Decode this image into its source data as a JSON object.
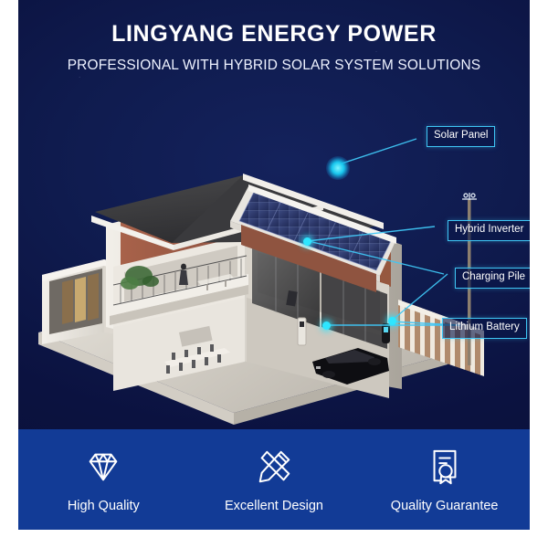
{
  "header": {
    "title": "LINGYANG ENERGY POWER",
    "subtitle": "PROFESSIONAL WITH HYBRID SOLAR SYSTEM SOLUTIONS"
  },
  "callouts": [
    {
      "id": "solar-panel",
      "label": "Solar Panel"
    },
    {
      "id": "hybrid-inverter",
      "label": "Hybrid Inverter"
    },
    {
      "id": "charging-pile",
      "label": "Charging Pile"
    },
    {
      "id": "lithium-battery",
      "label": "Lithium Battery"
    }
  ],
  "features": [
    {
      "id": "high-quality",
      "icon": "diamond-icon",
      "label": "High Quality"
    },
    {
      "id": "excellent-design",
      "icon": "pencil-ruler-icon",
      "label": "Excellent Design"
    },
    {
      "id": "quality-guarantee",
      "icon": "certificate-icon",
      "label": "Quality Guarantee"
    }
  ],
  "colors": {
    "background_navy": "#0f1b4e",
    "feature_bar_blue": "#123b96",
    "accent_cyan": "#3fc6f5",
    "text_white": "#ffffff",
    "solar_panel_blue": "#2b3a6e"
  }
}
